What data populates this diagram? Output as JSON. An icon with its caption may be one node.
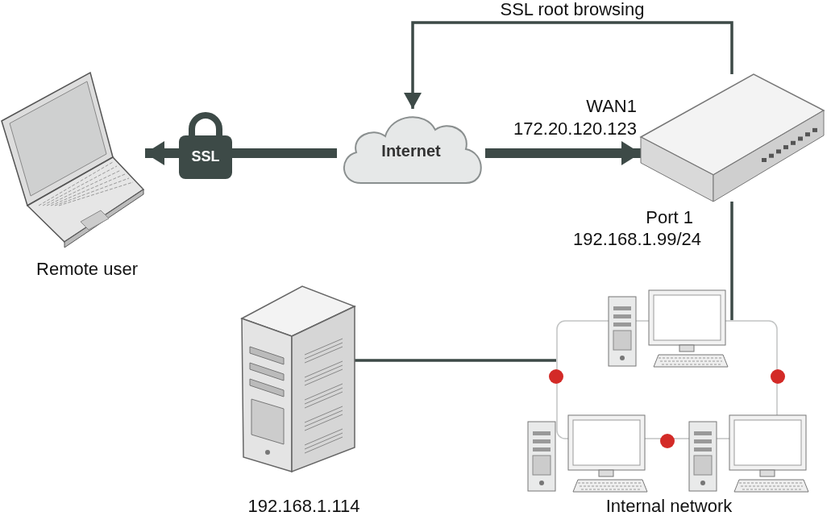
{
  "diagram": {
    "nodes": [
      {
        "text": [],
        "shape": "picture",
        "beside": [
          "Remote user"
        ]
      },
      {
        "text": [
          "SSL"
        ]
      },
      {
        "text": [
          "Internet"
        ]
      },
      {
        "text": [],
        "shape": "picture",
        "beside": [
          "WAN1",
          "172.20.120.123",
          "Port 1",
          "192.168.1.99/24"
        ]
      },
      {
        "text": [],
        "shape": "picture",
        "beside": [
          "192.168.1.114"
        ]
      },
      {
        "text": [],
        "shape": "box",
        "beside": [
          "Internal network"
        ]
      }
    ],
    "edges": [
      {
        "from": 2,
        "to": 1,
        "arrow": "none",
        "style": "thick"
      },
      {
        "from": 1,
        "to": 0,
        "arrow": "to",
        "style": "thick"
      },
      {
        "from": 2,
        "to": 3,
        "arrow": "to",
        "style": "thick"
      },
      {
        "from": 3,
        "to": 2,
        "arrow": "to",
        "label": "SSL root browsing"
      },
      {
        "from": 3,
        "to": 5,
        "arrow": "none"
      },
      {
        "from": 4,
        "to": 5,
        "arrow": "none"
      }
    ]
  }
}
